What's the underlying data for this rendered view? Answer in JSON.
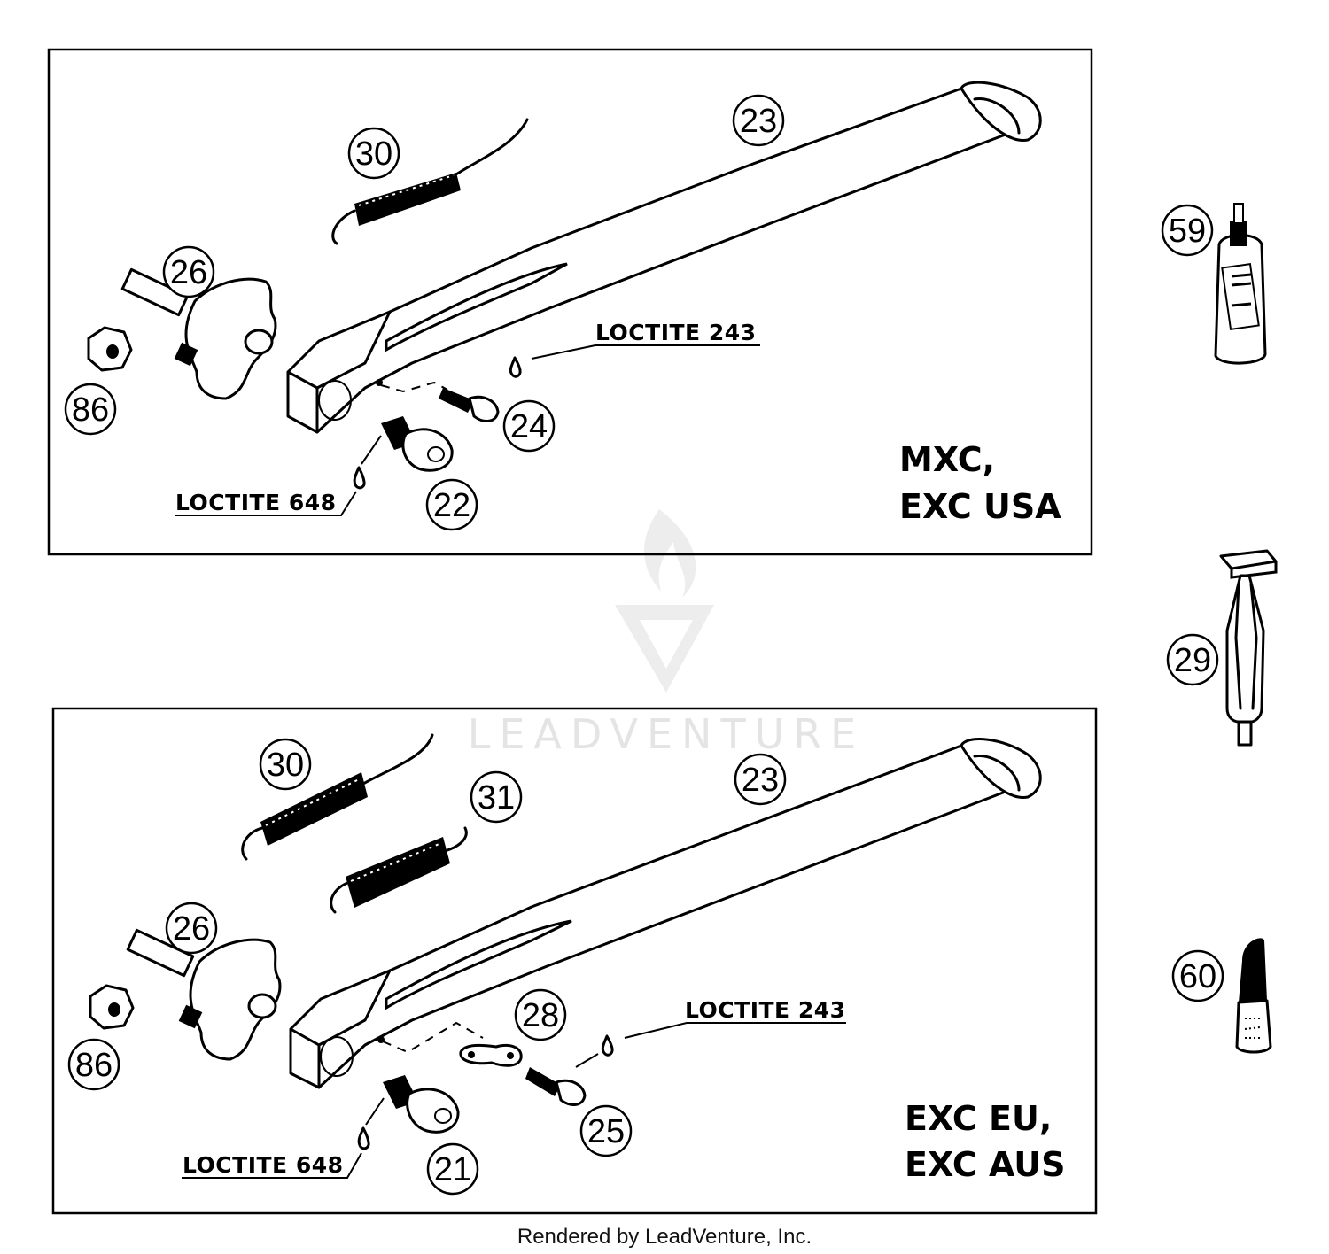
{
  "panels": [
    {
      "variant_lines": [
        "MXC,",
        "EXC USA"
      ],
      "callouts": [
        "30",
        "23",
        "26",
        "86",
        "24",
        "22"
      ],
      "loctite_labels": [
        "LOCTITE 243",
        "LOCTITE 648"
      ]
    },
    {
      "variant_lines": [
        "EXC EU,",
        "EXC AUS"
      ],
      "callouts": [
        "30",
        "31",
        "23",
        "26",
        "86",
        "28",
        "25",
        "21"
      ],
      "loctite_labels": [
        "LOCTITE 243",
        "LOCTITE 648"
      ]
    }
  ],
  "side_parts": [
    "59",
    "29",
    "60"
  ],
  "watermark": "LEADVENTURE",
  "footer": "Rendered by LeadVenture, Inc.",
  "icons": [
    "spring-icon",
    "kickstand-icon",
    "pivot-bolt-icon",
    "nut-icon",
    "screw-icon",
    "bushing-icon",
    "drop-icon",
    "bottle-icon",
    "tool-icon",
    "tube-icon",
    "plate-icon"
  ]
}
